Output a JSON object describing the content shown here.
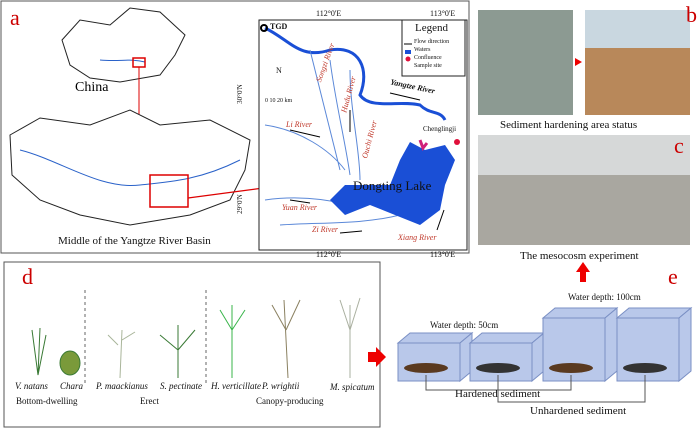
{
  "panels": {
    "a": "a",
    "b": "b",
    "c": "c",
    "d": "d",
    "e": "e"
  },
  "panel_a": {
    "china": "China",
    "basin_caption": "Middle of the Yangtze River Basin"
  },
  "map": {
    "ticks_top": [
      "112°0'E",
      "113°0'E"
    ],
    "ticks_bottom": [
      "112°0'E",
      "113°0'E"
    ],
    "ticks_side": [
      "30°0'N",
      "29°0'N"
    ],
    "tgd": "TGD",
    "north": "N",
    "scale": "0  10  20 km",
    "legend": {
      "title": "Legend",
      "items": [
        "Flow direction",
        "Waters",
        "Confluence",
        "Sample site"
      ]
    },
    "rivers": [
      "Songzi River",
      "Hudu River",
      "Ouchi River",
      "Li River",
      "Yuan River",
      "Zi River",
      "Xiang River"
    ],
    "yangtze": "Yangtze River",
    "chenglingji": "Chenglingji",
    "lake": "Dongting Lake"
  },
  "panel_b": {
    "caption": "Sediment hardening area status"
  },
  "panel_c": {
    "caption": "The mesocosm experiment"
  },
  "panel_d": {
    "species": [
      "V. natans",
      "Chara",
      "P. maackianus",
      "S. pectinate",
      "H. verticillate",
      "P. wrightii",
      "M. spicatum"
    ],
    "groups": [
      "Bottom-dwelling",
      "Erect",
      "Canopy-producing"
    ]
  },
  "panel_e": {
    "depth_deep": "Water depth: 100cm",
    "depth_shallow": "Water depth: 50cm",
    "hardened": "Hardened sediment",
    "unhardened": "Unhardened sediment"
  },
  "colors": {
    "label": "#cc0000",
    "water": "#1a4fd6",
    "river": "#2a62c9"
  }
}
